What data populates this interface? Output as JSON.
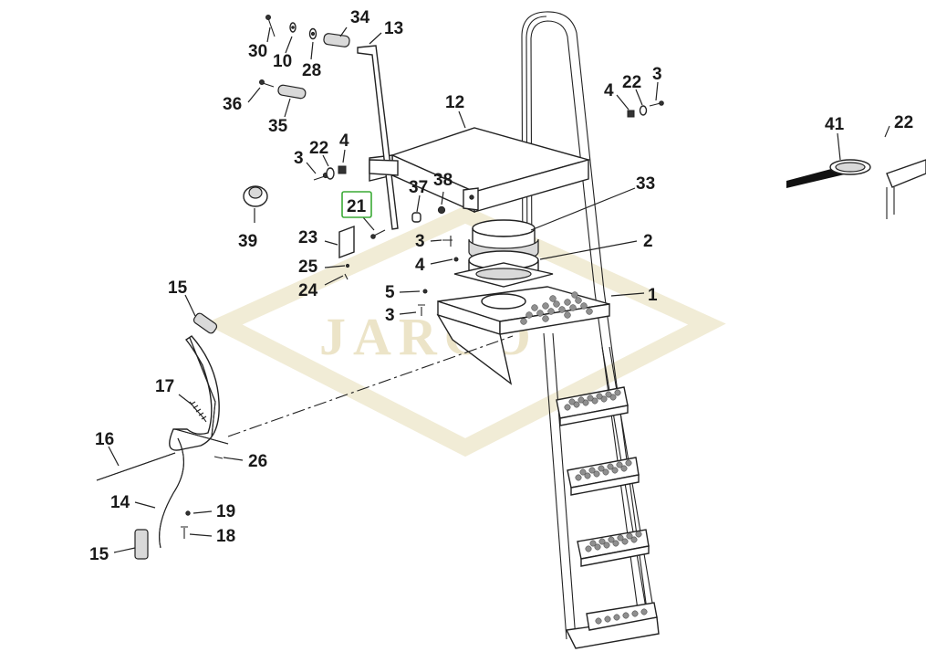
{
  "watermark": {
    "text": "JARCO",
    "color": "#ece4c8"
  },
  "highlight": {
    "label": "21",
    "color": "#3aaa35"
  },
  "callouts": [
    {
      "id": "c34",
      "text": "34"
    },
    {
      "id": "c13",
      "text": "13"
    },
    {
      "id": "c30",
      "text": "30"
    },
    {
      "id": "c10",
      "text": "10"
    },
    {
      "id": "c28",
      "text": "28"
    },
    {
      "id": "c36",
      "text": "36"
    },
    {
      "id": "c35",
      "text": "35"
    },
    {
      "id": "c12",
      "text": "12"
    },
    {
      "id": "c3a",
      "text": "3"
    },
    {
      "id": "c22a",
      "text": "22"
    },
    {
      "id": "c4a",
      "text": "4"
    },
    {
      "id": "c4b",
      "text": "4"
    },
    {
      "id": "c22b",
      "text": "22"
    },
    {
      "id": "c3b",
      "text": "3"
    },
    {
      "id": "c41",
      "text": "41"
    },
    {
      "id": "c22c",
      "text": "22"
    },
    {
      "id": "c33",
      "text": "33"
    },
    {
      "id": "c38",
      "text": "38"
    },
    {
      "id": "c37",
      "text": "37"
    },
    {
      "id": "c21",
      "text": "21"
    },
    {
      "id": "c39",
      "text": "39"
    },
    {
      "id": "c23",
      "text": "23"
    },
    {
      "id": "c3c",
      "text": "3"
    },
    {
      "id": "c2",
      "text": "2"
    },
    {
      "id": "c25",
      "text": "25"
    },
    {
      "id": "c4c",
      "text": "4"
    },
    {
      "id": "c24",
      "text": "24"
    },
    {
      "id": "c5",
      "text": "5"
    },
    {
      "id": "c1",
      "text": "1"
    },
    {
      "id": "c3d",
      "text": "3"
    },
    {
      "id": "c15a",
      "text": "15"
    },
    {
      "id": "c17",
      "text": "17"
    },
    {
      "id": "c16",
      "text": "16"
    },
    {
      "id": "c26",
      "text": "26"
    },
    {
      "id": "c14",
      "text": "14"
    },
    {
      "id": "c19",
      "text": "19"
    },
    {
      "id": "c18",
      "text": "18"
    },
    {
      "id": "c15b",
      "text": "15"
    }
  ]
}
